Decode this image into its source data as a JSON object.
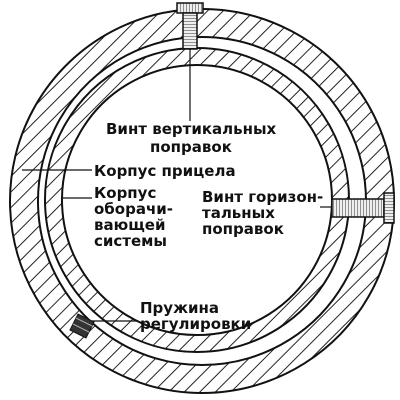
{
  "labels": {
    "vertical_screw": [
      "Винт вертикальных",
      "поправок"
    ],
    "scope_body": [
      "Корпус прицела"
    ],
    "erector_body": [
      "Корпус",
      "оборачи-",
      "вающей",
      "системы"
    ],
    "horizontal_screw": [
      "Винт горизон-",
      "тальных",
      "поправок"
    ],
    "spring": [
      "Пружина",
      "регулировки"
    ]
  },
  "colors": {
    "ink": "#111111",
    "background": "#ffffff"
  }
}
